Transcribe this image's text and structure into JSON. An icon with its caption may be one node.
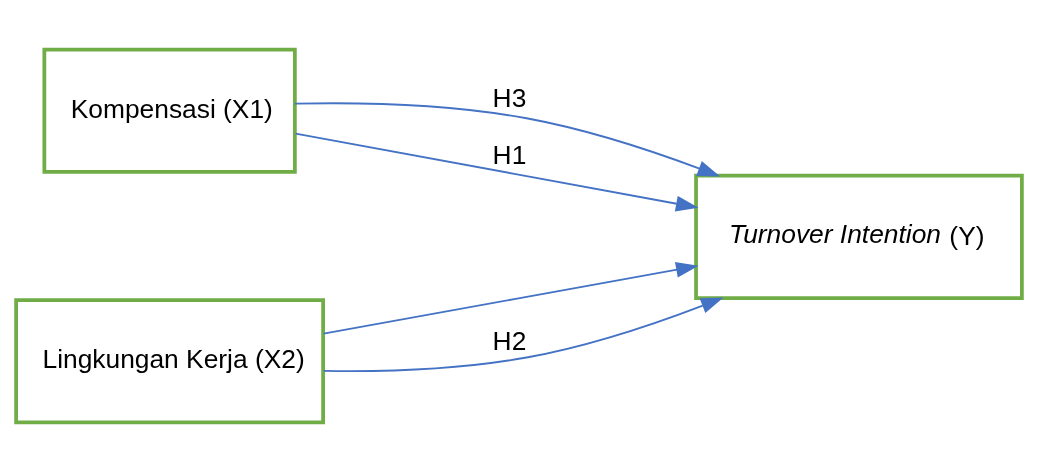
{
  "diagram": {
    "nodes": [
      {
        "text": [
          "Kompensasi (X1)"
        ]
      },
      {
        "text": [
          "Lingkungan Kerja (X2)"
        ]
      },
      {
        "text": [
          "*Turnover Intention* (Y)"
        ]
      }
    ],
    "edges": [
      {
        "from": 0,
        "to": 2,
        "arrow": "to",
        "label": "H3"
      },
      {
        "from": 1,
        "to": 2,
        "arrow": "to"
      },
      {
        "from": 0,
        "to": 2,
        "arrow": "to",
        "label": "H1"
      },
      {
        "from": 1,
        "to": 2,
        "arrow": "to",
        "label": "H2"
      }
    ]
  }
}
